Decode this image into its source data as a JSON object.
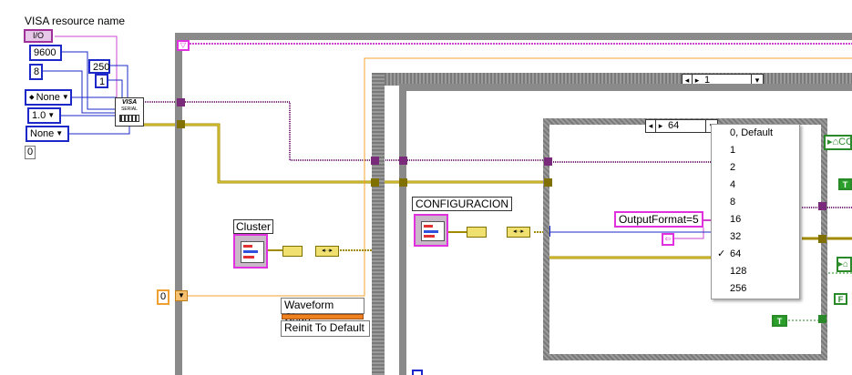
{
  "labels": {
    "visa_resource_name": "VISA resource name",
    "cluster": "Cluster",
    "configuracion": "CONFIGURACION",
    "waveform_chart": "Waveform Chart",
    "reinit_to_default": "Reinit To Default"
  },
  "controls": {
    "io_terminal": "I/O",
    "baud_rate": "9600",
    "data_bits": "8",
    "timeout": "250",
    "small_const": "1",
    "parity": "None",
    "stop_bits": "1.0",
    "flow_control": "None",
    "zero_const": "0",
    "zero_orange": "0"
  },
  "visa_node": {
    "line1": "VISA",
    "line2": "SERIAL"
  },
  "case_selector_outer": {
    "value": "1"
  },
  "case_selector_inner": {
    "value": "64"
  },
  "output_format": "OutputFormat=5",
  "output_format_clip": "CO",
  "green_true": "T",
  "green_false": "F",
  "dropdown": {
    "items": [
      {
        "label": "0, Default",
        "checked": false
      },
      {
        "label": "1",
        "checked": false
      },
      {
        "label": "2",
        "checked": false
      },
      {
        "label": "4",
        "checked": false
      },
      {
        "label": "8",
        "checked": false
      },
      {
        "label": "16",
        "checked": false
      },
      {
        "label": "32",
        "checked": false
      },
      {
        "label": "64",
        "checked": true
      },
      {
        "label": "128",
        "checked": false
      },
      {
        "label": "256",
        "checked": false
      }
    ]
  },
  "colors": {
    "wire_pink": "#cc44cc",
    "wire_gold": "#a08a00",
    "wire_blue": "#1d28c8",
    "wire_orange": "#f0a030",
    "frame_gray": "#8a8a8a",
    "green": "#2aa02a"
  }
}
